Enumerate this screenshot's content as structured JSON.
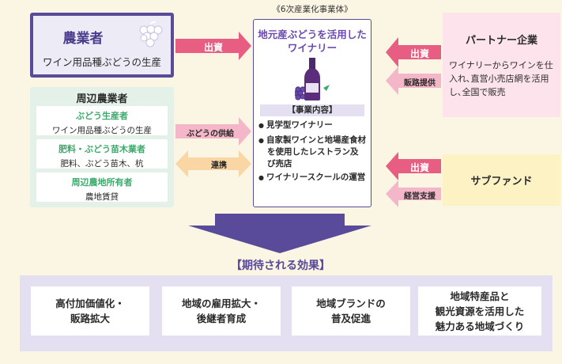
{
  "farmer": {
    "title": "農業者",
    "description": "ワイン用品種ぶどうの生産",
    "grapes_icon": "grapes-icon"
  },
  "neighbors": {
    "title": "周辺農業者",
    "items": [
      {
        "name": "ぶどう生産者",
        "detail": "ワイン用品種ぶどうの生産"
      },
      {
        "name": "肥料・ぶどう苗木業者",
        "detail": "肥料、ぶどう苗木、杭"
      },
      {
        "name": "周辺農地所有者",
        "detail": "農地賃貸"
      }
    ]
  },
  "center": {
    "label": "《6次産業化事業体》",
    "title_line1": "地元産ぶどうを活用した",
    "title_line2": "ワイナリー",
    "bottle_icon": "wine-bottle-icon",
    "content_heading": "【事業内容】",
    "contents": [
      "見学型ワイナリー",
      "自家製ワインと地場産食材を使用したレストラン及び売店",
      "ワイナリースクールの運営"
    ]
  },
  "partner": {
    "title": "パートナー企業",
    "description": "ワイナリーからワインを仕入れ､直営小売店網を活用し､全国で販売"
  },
  "subfund": {
    "title": "サブファンド"
  },
  "arrows": {
    "farmer_invest": "出資",
    "partner_invest": "出資",
    "sales_channel": "販路提供",
    "grape_supply": "ぶどうの供給",
    "cooperation": "連携",
    "fund_invest": "出資",
    "management_support": "経営支援"
  },
  "effects": {
    "title": "【期待される効果】",
    "items": [
      {
        "line1": "高付加価値化・",
        "line2": "販路拡大",
        "line3": ""
      },
      {
        "line1": "地域の雇用拡大・",
        "line2": "後継者育成",
        "line3": ""
      },
      {
        "line1": "地域ブランドの",
        "line2": "普及促進",
        "line3": ""
      },
      {
        "line1": "地域特産品と",
        "line2": "観光資源を活用した",
        "line3": "魅力ある地域づくり"
      }
    ]
  },
  "colors": {
    "purple": "#5a4a9a",
    "pink_arrow": "#e85d82",
    "light_pink_arrow": "#f4b7c9",
    "green_text": "#3aaa6a",
    "orange_arrow": "#fbd6a5",
    "background": "#fbf6e4"
  }
}
